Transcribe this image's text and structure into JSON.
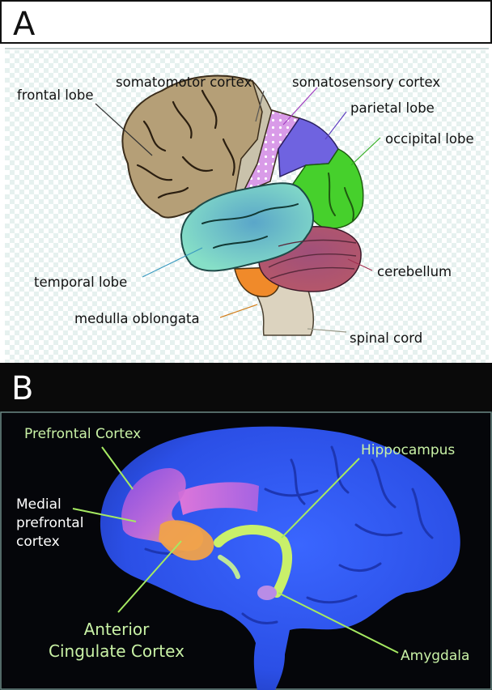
{
  "panel_a": {
    "letter": "A",
    "labels": {
      "frontal_lobe": "frontal lobe",
      "somatomotor_cortex": "somatomotor cortex",
      "somatosensory_cortex": "somatosensory cortex",
      "parietal_lobe": "parietal lobe",
      "occipital_lobe": "occipital lobe",
      "temporal_lobe": "temporal lobe",
      "cerebellum": "cerebellum",
      "medulla_oblongata": "medulla oblongata",
      "spinal_cord": "spinal cord"
    },
    "colors": {
      "frontal": "#b59f77",
      "somatomotor": "#c9c2ab",
      "somatosensory": "#d89de6",
      "parietal": "#6f63e0",
      "occipital": "#46d02c",
      "temporal": "#7fd9c8",
      "cerebellum": "#a14f72",
      "medulla": "#f08a2a",
      "spinal": "#dcd3bf"
    }
  },
  "panel_b": {
    "letter": "B",
    "labels": {
      "prefrontal_cortex": "Prefrontal Cortex",
      "medial_prefrontal_cortex": [
        "Medial",
        "prefrontal",
        "cortex"
      ],
      "hippocampus": "Hippocampus",
      "anterior_cingulate_cortex": [
        "Anterior",
        "Cingulate Cortex"
      ],
      "amygdala": "Amygdala"
    },
    "colors": {
      "background": "#05060a",
      "brain": "#2f56ee",
      "label_green": "#c9f2a6",
      "label_white": "#ffffff",
      "pointer_line": "#a6ea62"
    }
  }
}
